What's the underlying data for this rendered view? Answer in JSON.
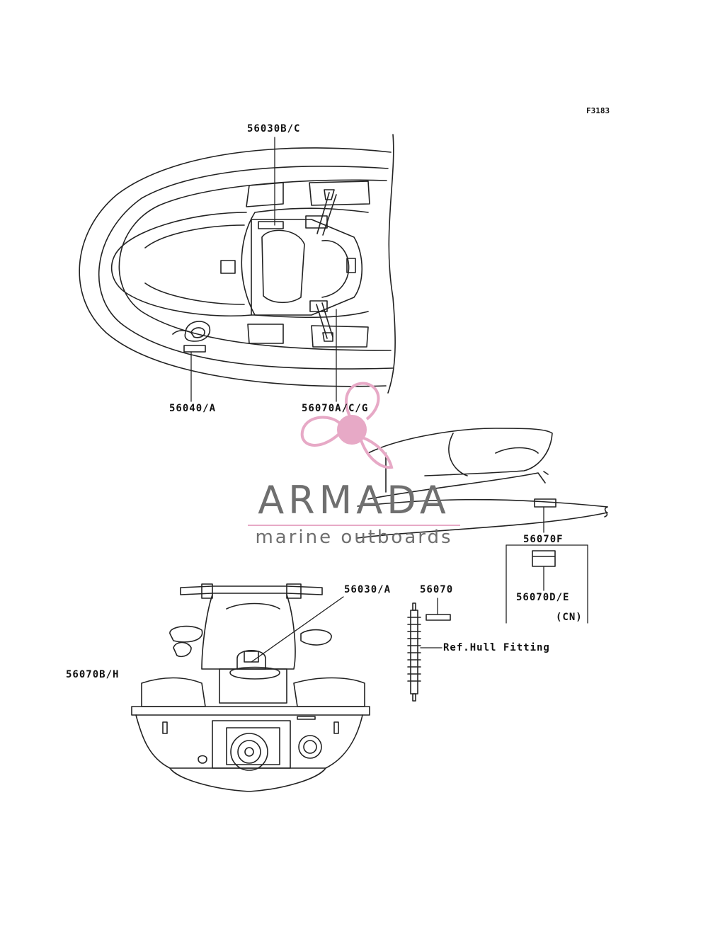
{
  "figure_code": "F3183",
  "labels": {
    "l_56030bc": "56030B/C",
    "l_56040a": "56040/A",
    "l_56070acg": "56070A/C/G",
    "l_56070f": "56070F",
    "l_56070de": "56070D/E",
    "l_cn": "(CN)",
    "l_56030a": "56030/A",
    "l_56070": "56070",
    "l_ref_hull": "Ref.Hull Fitting",
    "l_56070bh": "56070B/H"
  },
  "watermark": {
    "title": "ARMADA",
    "subtitle": "marine outboards",
    "logo_color": "#e7a9c6",
    "text_color": "#6f6f6f"
  }
}
